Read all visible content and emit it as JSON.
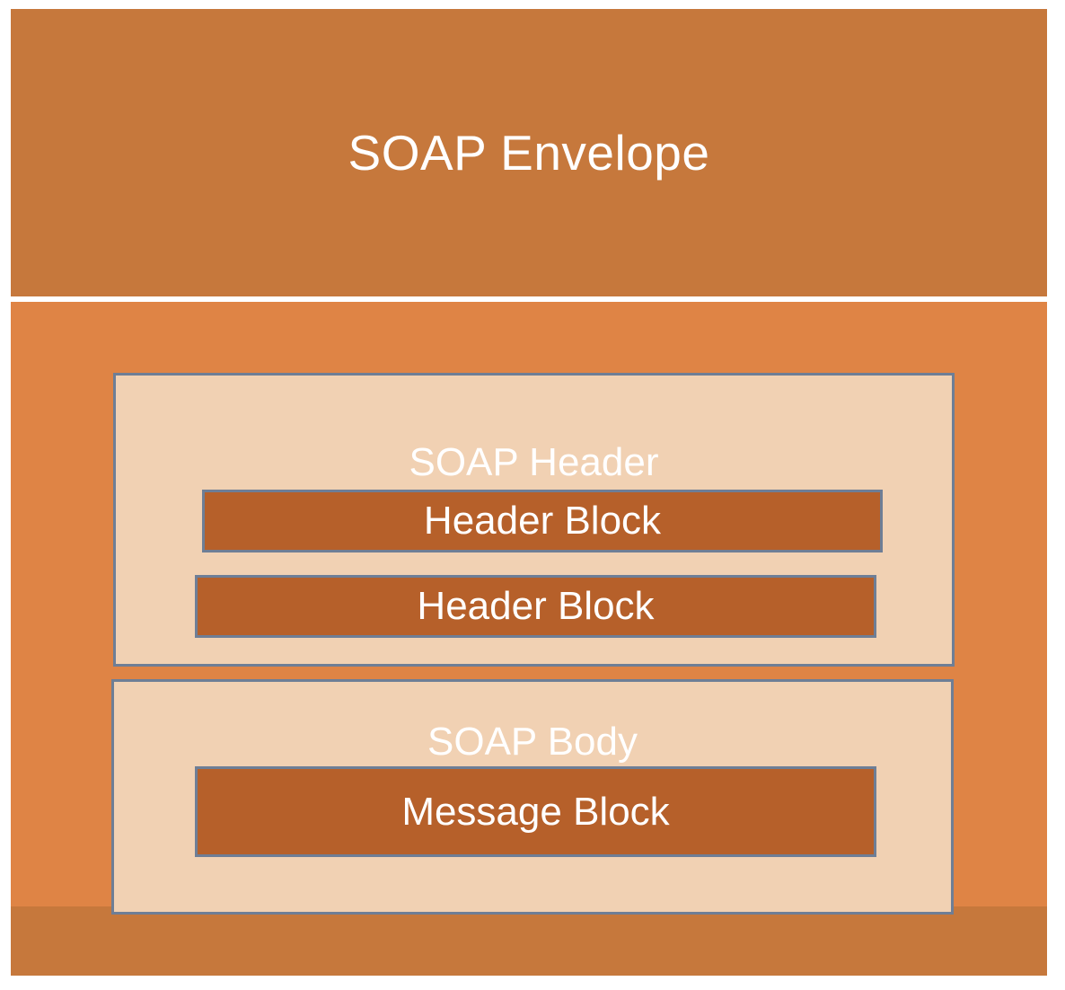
{
  "diagram": {
    "title": "SOAP Envelope",
    "header": {
      "label": "SOAP Header",
      "blocks": [
        "Header Block",
        "Header Block"
      ]
    },
    "body": {
      "label": "SOAP Body",
      "blocks": [
        "Message Block"
      ]
    },
    "colors": {
      "band": "#C6783C",
      "section": "#DF8445",
      "panel": "#F1D1B3",
      "block": "#B6602A",
      "border": "#6E7E96",
      "text": "#FFFFFF"
    }
  }
}
